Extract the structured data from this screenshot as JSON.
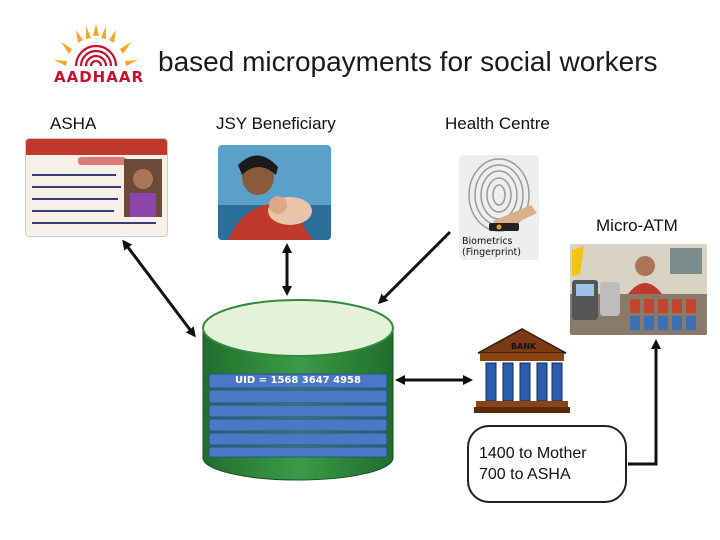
{
  "title": "based micropayments for social workers",
  "logo": {
    "text": "AADHAAR",
    "colors": {
      "sun": "#f5a623",
      "print": "#c8102e"
    }
  },
  "nodes": {
    "asha": {
      "label": "ASHA"
    },
    "jsy": {
      "label": "JSY Beneficiary"
    },
    "health_centre": {
      "label": "Health Centre",
      "caption_line1": "Biometrics",
      "caption_line2": "(Fingerprint)"
    },
    "micro_atm": {
      "label": "Micro-ATM"
    },
    "bank": {
      "sign": "BANK"
    },
    "database": {
      "uid_label": "UID = 1568 3647  4958"
    }
  },
  "payment_note": {
    "line1": "1400 to Mother",
    "line2": "700 to ASHA"
  },
  "colors": {
    "db_top": "#e6f2d8",
    "db_body": "#2f8a3e",
    "db_row": "#4a78c4",
    "arrow": "#111111"
  }
}
